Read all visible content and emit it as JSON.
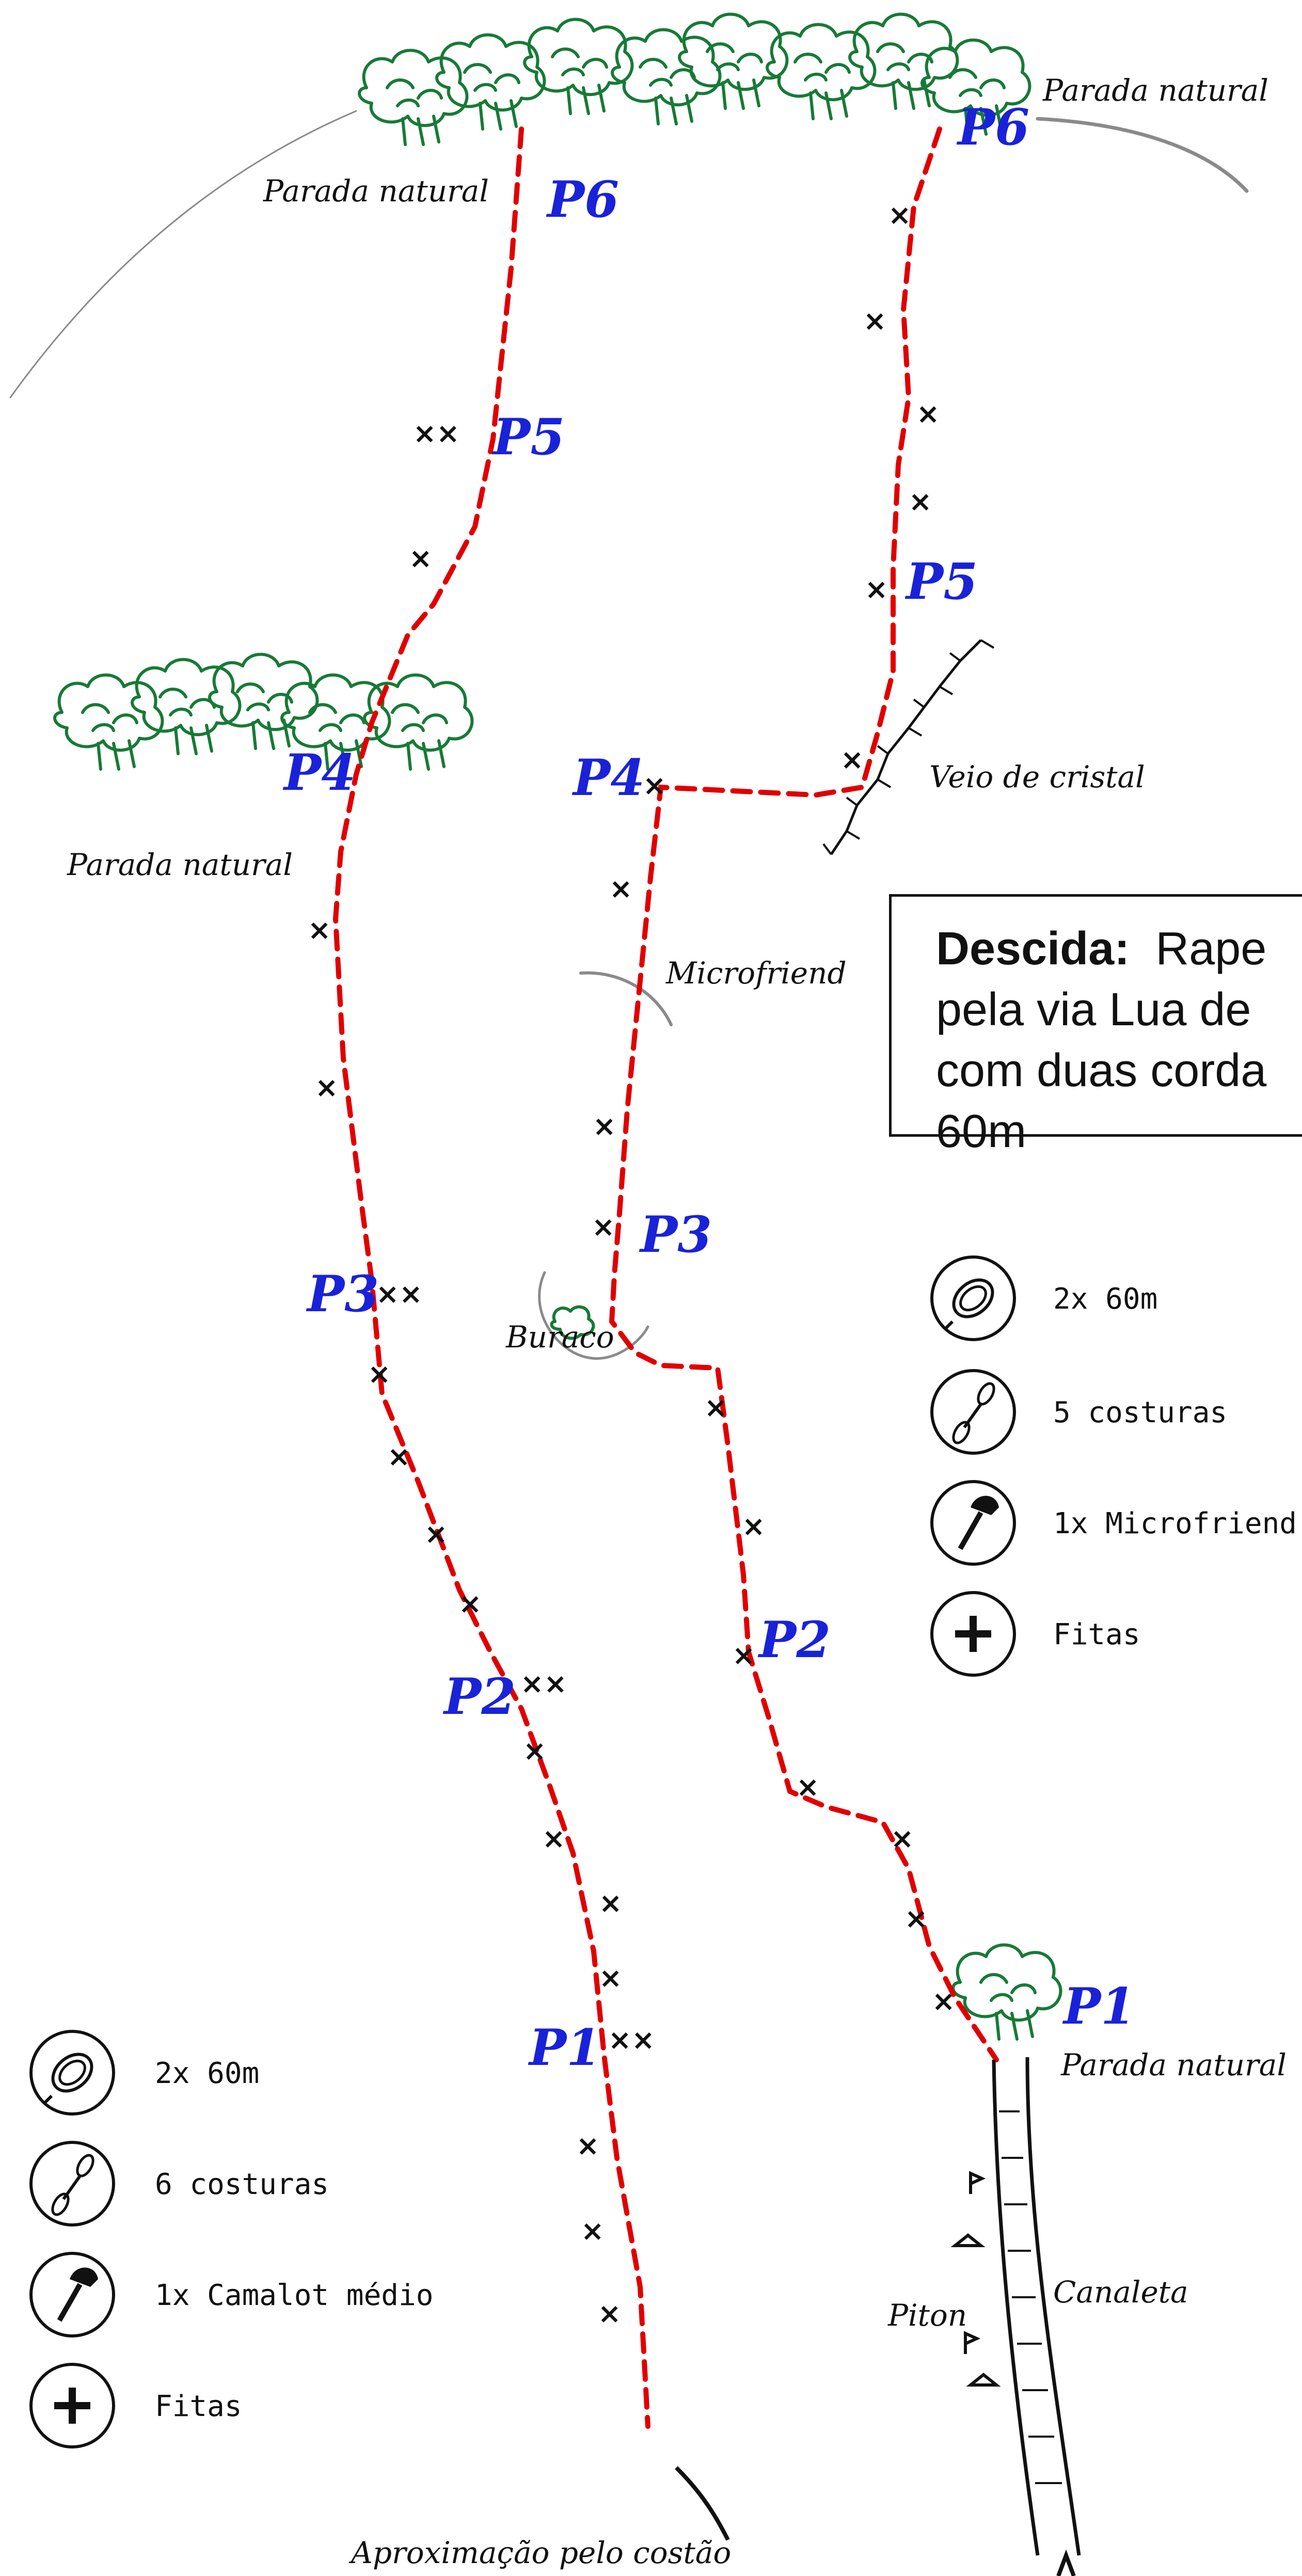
{
  "descent": {
    "heading": "Descida:",
    "text_line1": "Rape",
    "text_line2": "pela via Lua de",
    "text_line3": "com duas corda",
    "text_line4": "60m"
  },
  "labels": {
    "left_p6": "P6",
    "left_p5": "P5",
    "left_p4": "P4",
    "left_p3": "P3",
    "left_p2": "P2",
    "left_p1": "P1",
    "right_p6": "P6",
    "right_p5": "P5",
    "right_p4": "P4",
    "right_p3": "P3",
    "right_p2": "P2",
    "right_p1": "P1"
  },
  "notes": {
    "parada_top_left": "Parada natural",
    "parada_top_right": "Parada natural",
    "parada_mid_left": "Parada natural",
    "parada_p1_right": "Parada natural",
    "veio_cristal": "Veio de cristal",
    "microfriend": "Microfriend",
    "buraco": "Buraco",
    "piton": "Piton",
    "canaleta": "Canaleta",
    "aproximacao": "Aproximação pelo costão"
  },
  "gear_left": {
    "rope": "2x 60m",
    "quickdraws": "6 costuras",
    "cam": "1x Camalot médio",
    "slings": "Fitas"
  },
  "gear_right": {
    "rope": "2x 60m",
    "quickdraws": "5 costuras",
    "cam": "1x Microfriend",
    "slings": "Fitas"
  },
  "icons": {
    "rope": "rope-icon",
    "quickdraw": "quickdraw-icon",
    "cam": "cam-icon",
    "plus": "plus-icon"
  },
  "colors": {
    "route": "#e00000",
    "pitch_label": "#1a22d8",
    "vegetation": "#177a36",
    "annotation_line": "#8a8a8a"
  }
}
